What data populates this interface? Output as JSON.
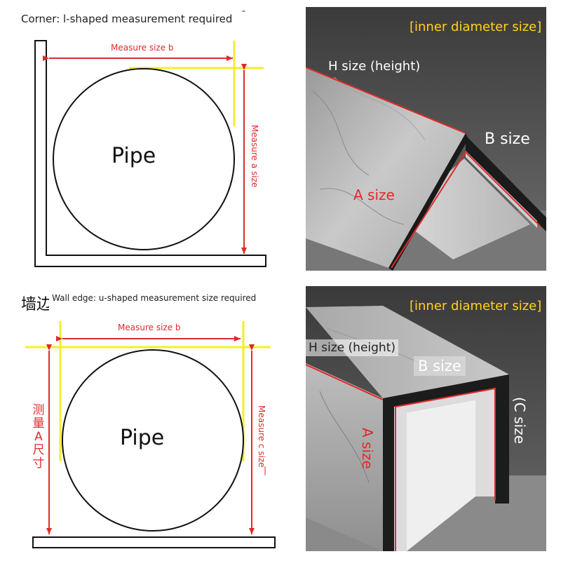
{
  "top_left": {
    "title": "Corner: l-shaped measurement required",
    "measure_b": "Measure size b",
    "measure_a": "Measure a size",
    "pipe": "Pipe"
  },
  "top_right": {
    "inner_diameter": "[inner diameter size]",
    "h_size": "H size (height)",
    "b_size": "B size",
    "a_size": "A size"
  },
  "bottom_left": {
    "title_prefix": "墙边",
    "title": "Wall edge: u-shaped measurement size required",
    "measure_b": "Measure size b",
    "measure_a_cn": "测量A尺寸",
    "measure_c": "Measure c size",
    "pipe": "Pipe"
  },
  "bottom_right": {
    "inner_diameter": "[inner diameter size]",
    "h_size": "H size (height)",
    "b_size": "B size",
    "c_size": "(C size",
    "a_size": "A size"
  },
  "colors": {
    "red": "#e02a2a",
    "yellow": "#f5ee2a",
    "label_yellow": "#ffd21f"
  }
}
